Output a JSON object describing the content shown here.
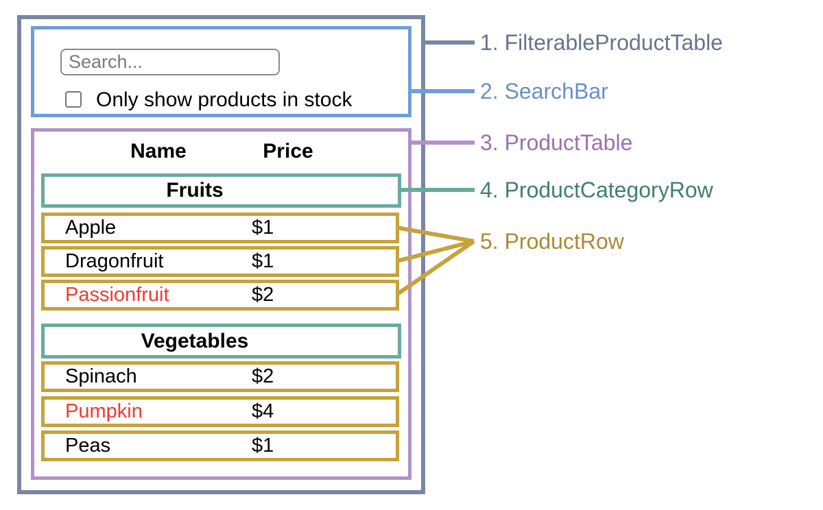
{
  "search_bar": {
    "placeholder": "Search...",
    "checkbox_label": "Only show products in stock",
    "checkbox_checked": false
  },
  "table": {
    "headers": [
      "Name",
      "Price"
    ],
    "sections": [
      {
        "category": "Fruits",
        "rows": [
          {
            "name": "Apple",
            "price": "$1",
            "in_stock": true
          },
          {
            "name": "Dragonfruit",
            "price": "$1",
            "in_stock": true
          },
          {
            "name": "Passionfruit",
            "price": "$2",
            "in_stock": false
          }
        ]
      },
      {
        "category": "Vegetables",
        "rows": [
          {
            "name": "Spinach",
            "price": "$2",
            "in_stock": true
          },
          {
            "name": "Pumpkin",
            "price": "$4",
            "in_stock": false
          },
          {
            "name": "Peas",
            "price": "$1",
            "in_stock": true
          }
        ]
      }
    ]
  },
  "legend": {
    "items": [
      {
        "label": "1. FilterableProductTable",
        "color": "#67748f"
      },
      {
        "label": "2. SearchBar",
        "color": "#6691c9"
      },
      {
        "label": "3. ProductTable",
        "color": "#9c6fb5"
      },
      {
        "label": "4. ProductCategoryRow",
        "color": "#40806f"
      },
      {
        "label": "5. ProductRow",
        "color": "#aa8a35"
      }
    ]
  },
  "colors": {
    "filterable_product_table_border": "#7a87a1",
    "search_bar_border": "#6f9dd8",
    "product_table_border": "#b292c9",
    "product_category_row_border": "#68ab9d",
    "product_row_border": "#c7a23c",
    "out_of_stock_text": "#f03b2e"
  }
}
